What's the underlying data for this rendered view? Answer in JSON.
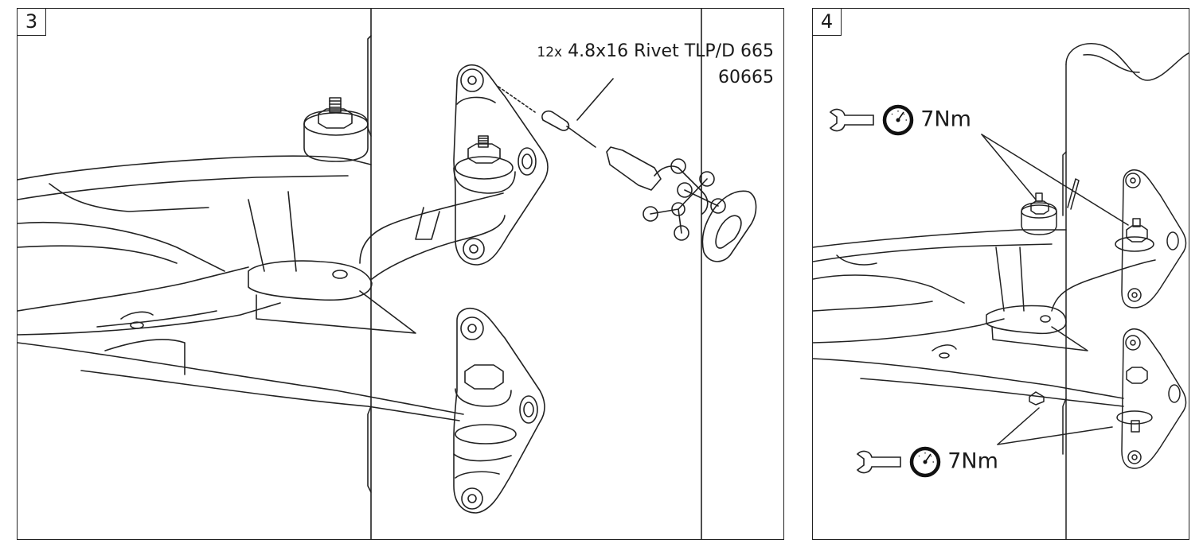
{
  "steps": [
    {
      "number": "3",
      "callout": {
        "quantity": "12x",
        "description": "4.8x16 Rivet TLP/D 665",
        "part_number": "60665"
      }
    },
    {
      "number": "4",
      "torque_callouts": [
        {
          "value": "7Nm",
          "icons": [
            "wrench-icon",
            "torque-gauge-icon"
          ]
        },
        {
          "value": "7Nm",
          "icons": [
            "wrench-icon",
            "torque-gauge-icon"
          ]
        }
      ]
    }
  ]
}
